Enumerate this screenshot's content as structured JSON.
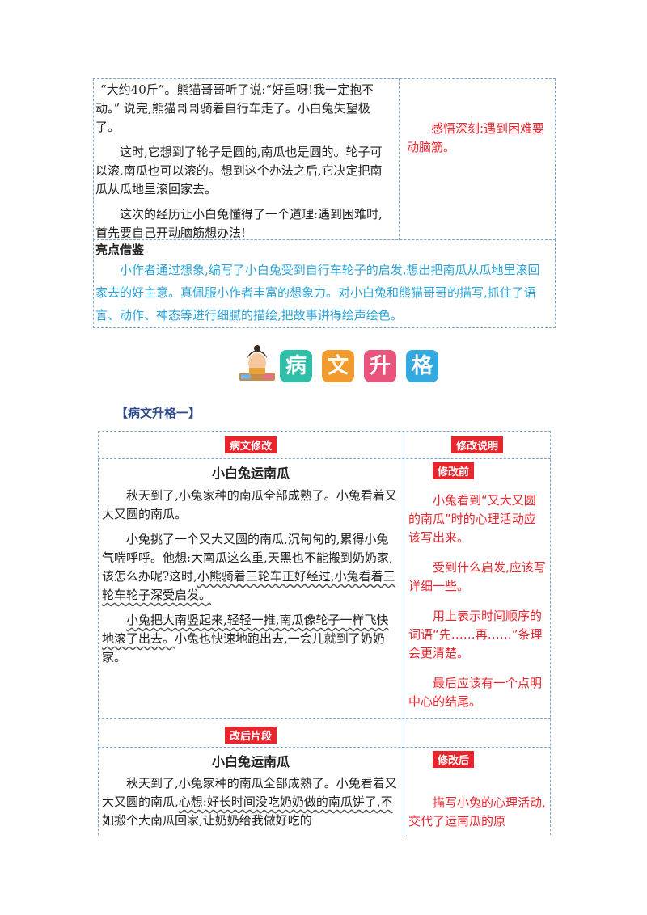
{
  "top_section": {
    "story_paras": [
      "“大约40斤”。熊猫哥哥听了说:“好重呀!我一定抱不动。” 说完,熊猫哥哥骑着自行车走了。小白兔失望极了。",
      "这时,它想到了轮子是圆的,南瓜也是圆的。轮子可以滚,南瓜也可以滚的。想到这个办法之后,它决定把南瓜从瓜地里滚回家去。",
      "这次的经历让小白兔懂得了一个道理:遇到困难时,首先要自己开动脑筋想办法!"
    ],
    "comment": "感悟深刻:遇到困难要动脑筋。",
    "highlight_title": "亮点借鉴",
    "highlight_text": "小作者通过想象,编写了小白兔受到自行车轮子的启发,想出把南瓜从瓜地里滚回家去的好主意。真佩服小作者丰富的想象力。对小白兔和熊猫哥哥的描写,抓住了语言、动作、神态等进行细腻的描绘,把故事讲得绘声绘色。"
  },
  "banner": {
    "chars": [
      "病",
      "文",
      "升",
      "格"
    ],
    "colors": [
      "#2fbfa8",
      "#f19a2e",
      "#e9547d",
      "#33a9e0"
    ]
  },
  "section_label": "【病文升格一】",
  "table": {
    "col1_header": "病文修改",
    "col2_header": "修改说明",
    "before": {
      "title": "小白兔运南瓜",
      "tag": "修改前",
      "para1": "秋天到了,小兔家种的南瓜全部成熟了。小兔看着又大又圆的南瓜。",
      "para2_plain": "小兔挑了一个又大又圆的南瓜,沉甸甸的,累得小兔气喘呼呼。他想:大南瓜这么重,天黑也不能搬到奶奶家,该怎么办呢?这时,",
      "para2_wavy": "小熊骑着三轮车正好经过,小兔看着三轮车轮子深受启发。",
      "para3_wavy": "小兔把大南竖起来,轻轻一推,南瓜像轮子一样飞快地滚了出去。",
      "para3_plain": "小兔也快速地跑出去,一会儿就到了奶奶家。",
      "notes": [
        "小兔看到“又大又圆的南瓜”时的心理活动应该写出来。",
        "受到什么启发,应该写详细一些。",
        "用上表示时间顺序的词语“先……再……”条理会更清楚。",
        "最后应该有一个点明中心的结尾。"
      ]
    },
    "after_header": "改后片段",
    "after": {
      "title": "小白兔运南瓜",
      "tag": "修改后",
      "para1_plain": "秋天到了,小兔家种的南瓜全部成熟了。小兔看着又大又圆的南瓜,",
      "para1_wavy": "心想:好长时间没吃奶奶做的南瓜饼了,不如搬个大南瓜回家,让奶奶给我做好吃的",
      "note": "描写小兔的心理活动,交代了运南瓜的原"
    }
  }
}
